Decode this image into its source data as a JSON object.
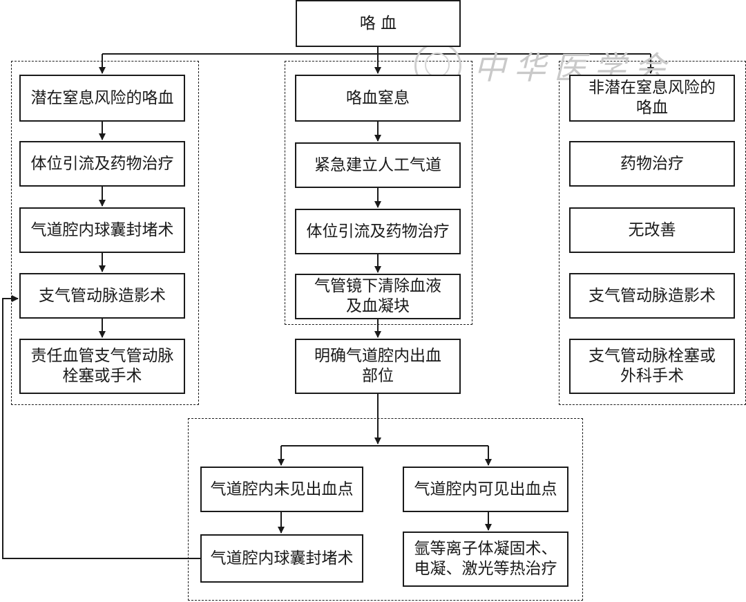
{
  "nodes": {
    "hemoptysis": "咯 血",
    "left_1": "潜在窒息风险的咯血",
    "left_2": "体位引流及药物治疗",
    "left_3": "气道腔内球囊封堵术",
    "left_4": "支气管动脉造影术",
    "left_5": "责任血管支气管动脉\n栓塞或手术",
    "mid_1": "咯血窒息",
    "mid_2": "紧急建立人工气道",
    "mid_3": "体位引流及药物治疗",
    "mid_4": "气管镜下清除血液\n及血凝块",
    "mid_5": "明确气道腔内出血\n部位",
    "right_1": "非潜在窒息风险的\n咯血",
    "right_2": "药物治疗",
    "right_3": "无改善",
    "right_4": "支气管动脉造影术",
    "right_5": "支气管动脉栓塞或\n外科手术",
    "bottom_l1": "气道腔内未见出血点",
    "bottom_l2": "气道腔内球囊封堵术",
    "bottom_r1": "气道腔内可见出血点",
    "bottom_r2": "氩等离子体凝固术、\n电凝、激光等热治疗"
  },
  "watermark": "中华医学会",
  "colors": {
    "line": "#1a1a1a",
    "watermark": "#c9c9c9"
  }
}
